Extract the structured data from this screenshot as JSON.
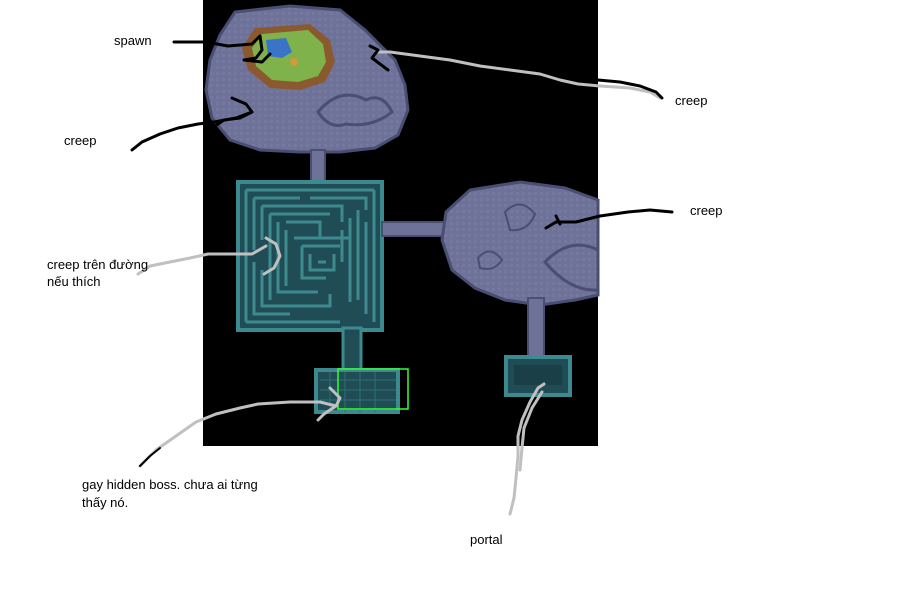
{
  "annotations": {
    "spawn": "spawn",
    "creep_left": "creep",
    "creep_top_right": "creep",
    "creep_right": "creep",
    "maze_creep_line1": "creep trên đường",
    "maze_creep_line2": "nếu thích",
    "boss_line1": "gay hidden boss. chưa ai từng",
    "boss_line2": "thấy nó.",
    "portal": "portal"
  },
  "colors": {
    "background": "#ffffff",
    "void": "#000000",
    "island_floor": "#6e7299",
    "island_edge": "#4a4e72",
    "dungeon_wall": "#3d8a8e",
    "dungeon_floor": "#1f4c55",
    "grass": "#7fb24a",
    "dirt": "#8a5a2e",
    "water": "#3a74c8",
    "selection": "#33ff33",
    "marker_black": "#000000",
    "marker_gray": "#c0c0c0"
  },
  "map_regions": [
    "spawn-island",
    "maze-room",
    "right-island",
    "boss-room",
    "portal-room"
  ]
}
